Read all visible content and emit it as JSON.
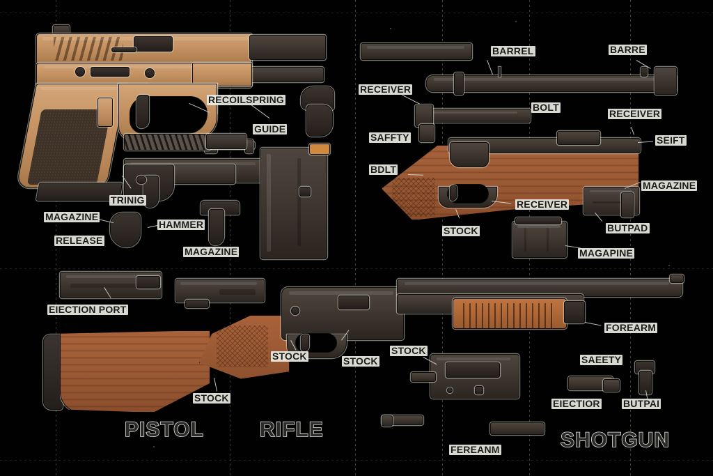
{
  "page": {
    "title": "Firearm Parts Exploded Diagram",
    "background_color": "#010101",
    "label_bg_color": "#e9ebe2",
    "label_text_color": "#1a1a18",
    "accent_tan": "#c69465",
    "accent_wood": "#9c5b35",
    "accent_metal": "#443b34"
  },
  "sections": [
    {
      "id": "pistol",
      "title": "PISTOL"
    },
    {
      "id": "rifle",
      "title": "RIFLE"
    },
    {
      "id": "shotgun",
      "title": "SHOTGUN"
    }
  ],
  "labels": {
    "recoilspring": "RECOILSPRING",
    "guide": "GUIDE",
    "trinig": "TRINIG",
    "magazine_release_1": "MAGAZINE",
    "release": "RELEASE",
    "hammer": "HAMMER",
    "magazine_pistol": "MAGAZINE",
    "ejection_port": "EIECTION PORT",
    "stock_pistol": "STOCK",
    "barrel": "BARREL",
    "barre": "BARRE",
    "receiver_bolt": "RECEIVER",
    "bolt": "BOLT",
    "saffty": "SAFFTY",
    "bdlt": "BDLT",
    "receiver_right": "RECEIVER",
    "seift": "SEIFT",
    "magazine_rifle": "MAGAZINE",
    "butpad": "BUTPAD",
    "receiver_rifle": "RECEIVER",
    "stock_rifle": "STOCK",
    "magapine": "MAGAPINE",
    "stock_mid_a": "STOCK",
    "stock_mid_b": "STOCK",
    "stock_shotgun": "STOCK",
    "forearm": "FOREARM",
    "saeety": "SAEETY",
    "eiectior": "EIECTIOR",
    "butpai": "BUTPAI",
    "fereanm": "FEREANM"
  }
}
